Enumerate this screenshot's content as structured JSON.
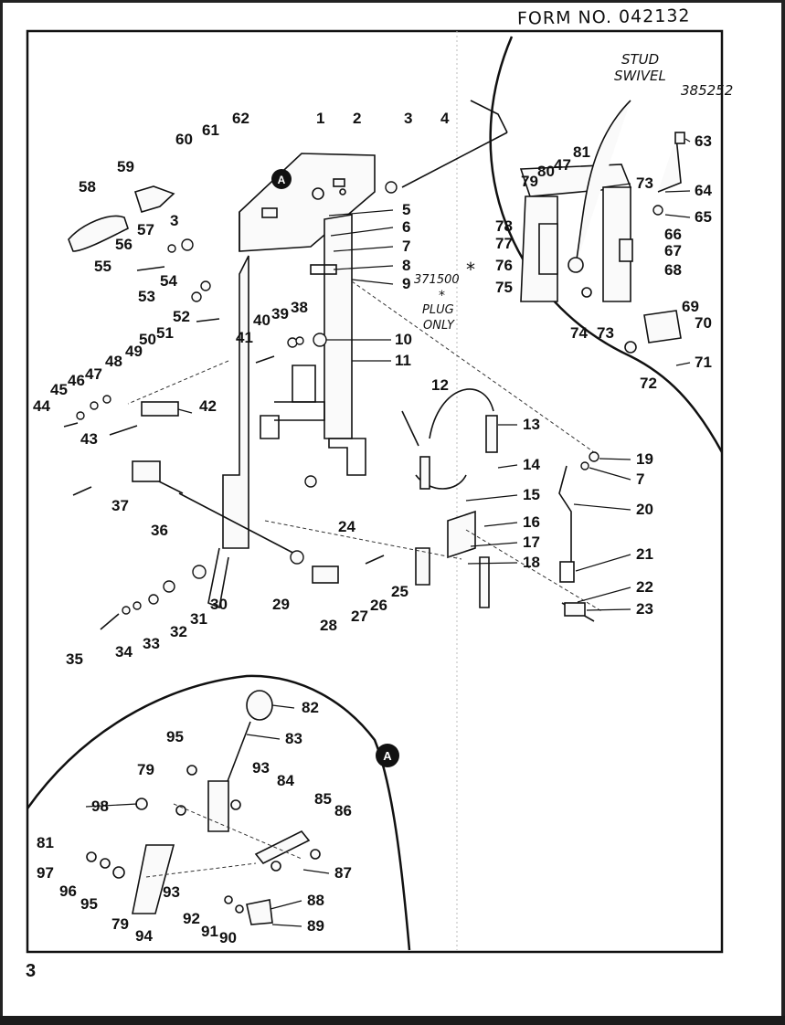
{
  "form_number": "FORM NO. 042132",
  "page_number": "3",
  "inset_marker": "A",
  "handwritten_notes": {
    "stud_line1": "STUD",
    "stud_line2": "SWIVEL",
    "stud_part": "385252",
    "plug_part": "371500",
    "plug_line1": "PLUG",
    "plug_line2": "ONLY",
    "asterisk": "*"
  },
  "callouts": {
    "c1": "1",
    "c2": "2",
    "c3": "3",
    "c3b": "3",
    "c4": "4",
    "c5": "5",
    "c6": "6",
    "c7": "7",
    "c7b": "7",
    "c8": "8",
    "c9": "9",
    "c10": "10",
    "c11": "11",
    "c12": "12",
    "c13": "13",
    "c14": "14",
    "c15": "15",
    "c16": "16",
    "c17": "17",
    "c18": "18",
    "c19": "19",
    "c20": "20",
    "c21": "21",
    "c22": "22",
    "c23": "23",
    "c24": "24",
    "c25": "25",
    "c26": "26",
    "c27": "27",
    "c28": "28",
    "c29": "29",
    "c30": "30",
    "c31": "31",
    "c32": "32",
    "c33": "33",
    "c34": "34",
    "c35": "35",
    "c36": "36",
    "c37": "37",
    "c38": "38",
    "c39": "39",
    "c40": "40",
    "c41": "41",
    "c42": "42",
    "c43": "43",
    "c44": "44",
    "c45": "45",
    "c46": "46",
    "c47": "47",
    "c47b": "47",
    "c48": "48",
    "c49": "49",
    "c50": "50",
    "c51": "51",
    "c52": "52",
    "c53": "53",
    "c54": "54",
    "c55": "55",
    "c56": "56",
    "c57": "57",
    "c58": "58",
    "c59": "59",
    "c60": "60",
    "c61": "61",
    "c62": "62",
    "c63": "63",
    "c64": "64",
    "c65": "65",
    "c66": "66",
    "c67": "67",
    "c68": "68",
    "c69": "69",
    "c70": "70",
    "c71": "71",
    "c72": "72",
    "c73": "73",
    "c73b": "73",
    "c74": "74",
    "c75": "75",
    "c76": "76",
    "c77": "77",
    "c78": "78",
    "c79": "79",
    "c79b": "79",
    "c79c": "79",
    "c80": "80",
    "c81": "81",
    "c81b": "81",
    "c82": "82",
    "c83": "83",
    "c84": "84",
    "c85": "85",
    "c86": "86",
    "c87": "87",
    "c88": "88",
    "c89": "89",
    "c90": "90",
    "c91": "91",
    "c92": "92",
    "c93": "93",
    "c93b": "93",
    "c94": "94",
    "c95": "95",
    "c95b": "95",
    "c96": "96",
    "c97": "97",
    "c98": "98"
  }
}
